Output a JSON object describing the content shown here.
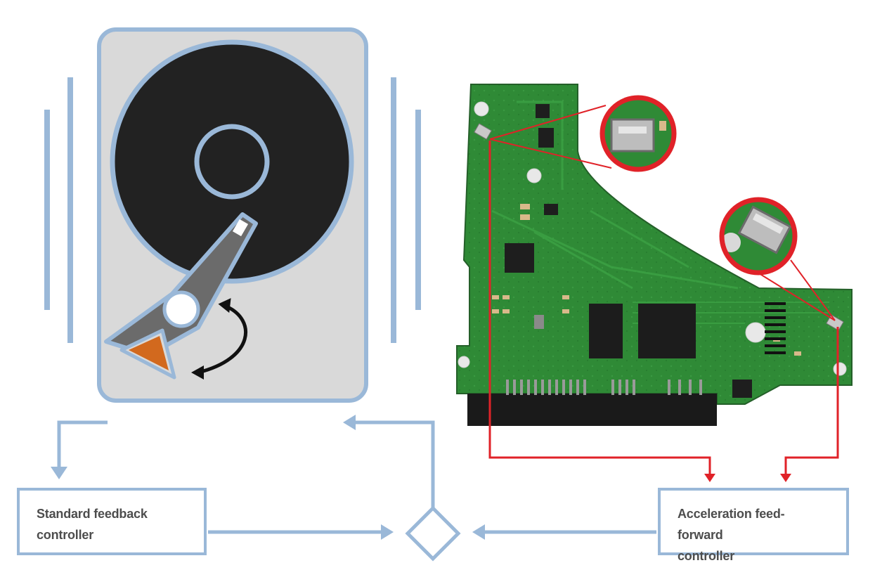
{
  "controllers": {
    "feedback": {
      "line1": "Standard feedback",
      "line2": "controller"
    },
    "feedforward": {
      "line1": "Acceleration feed-forward",
      "line2": "controller"
    }
  },
  "colors": {
    "flow_blue": "#9ab8d8",
    "sensor_red": "#e02228",
    "platter_black": "#222222",
    "drive_grey": "#d9d9d9",
    "arm_grey": "#6b6b6b",
    "head_orange": "#d2691e",
    "pcb_green": "#2f8a36"
  },
  "icons": {
    "hard_drive": "hard-drive-illustration",
    "pcb": "circuit-board-photo",
    "summing_junction": "diamond-junction"
  }
}
